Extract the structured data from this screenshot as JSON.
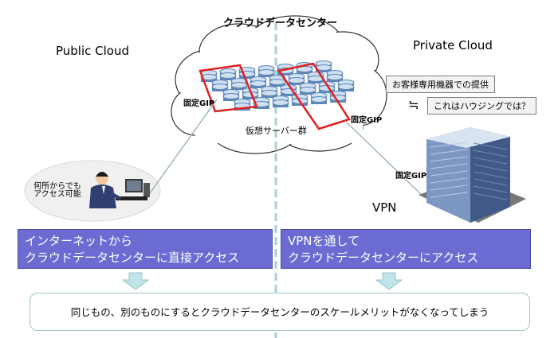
{
  "title": "クラウドデータセンター",
  "public_cloud": "Public Cloud",
  "private_cloud": "Private Cloud",
  "fixed_gip": "固定GIP",
  "virtual_servers": "仮想サーバー群",
  "access_note": [
    "何所からでも",
    "アクセス可能"
  ],
  "vpn": "VPN",
  "question_box_1": "お客様専用機器での提供",
  "approx_symbol": "≒",
  "question_box_2": "これはハウジングでは？",
  "left_bar": [
    "インターネットから",
    "クラウドデータセンターに直接アクセス"
  ],
  "right_bar": [
    "VPNを通して",
    "クラウドデータセンターにアクセス"
  ],
  "bottom_text": "同じもの、別のものにするとクラウドデータセンターのスケールメリットがなくなってしまう"
}
